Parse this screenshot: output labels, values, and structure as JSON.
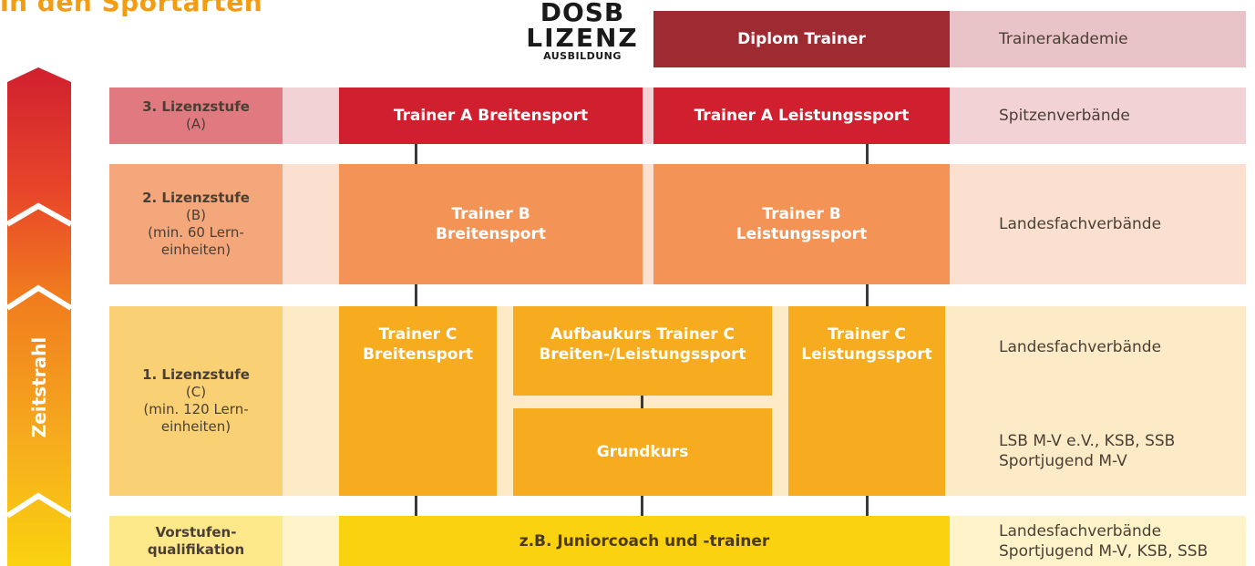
{
  "header": {
    "title": "in den Sportarten",
    "logo": {
      "line1": "DOSB",
      "line2": "LIZENZ",
      "line3": "AUSBILDUNG"
    }
  },
  "timeline": {
    "label": "Zeitstrahl"
  },
  "diplom": {
    "label": "Diplom Trainer",
    "org": "Trainerakademie"
  },
  "level3": {
    "title": "3. Lizenzstufe",
    "code": "(A)",
    "box_breitensport": "Trainer A Breitensport",
    "box_leistungssport": "Trainer A Leistungssport",
    "org": "Spitzenverbände"
  },
  "level2": {
    "title": "2. Lizenzstufe",
    "code": "(B)",
    "note_line1": "(min. 60 Lern-",
    "note_line2": "einheiten)",
    "box_breitensport_line1": "Trainer B",
    "box_breitensport_line2": "Breitensport",
    "box_leistungssport_line1": "Trainer B",
    "box_leistungssport_line2": "Leistungssport",
    "org": "Landesfachverbände"
  },
  "level1": {
    "title": "1. Lizenzstufe",
    "code": "(C)",
    "note_line1": "(min. 120 Lern-",
    "note_line2": "einheiten)",
    "box_breitensport_line1": "Trainer C",
    "box_breitensport_line2": "Breitensport",
    "box_aufbau_line1": "Aufbaukurs Trainer C",
    "box_aufbau_line2": "Breiten-/Leistungssport",
    "box_grundkurs": "Grundkurs",
    "box_leistungssport_line1": "Trainer C",
    "box_leistungssport_line2": "Leistungssport",
    "org_top": "Landesfachverbände",
    "org_bottom_line1": "LSB M-V e.V., KSB, SSB",
    "org_bottom_line2": "Sportjugend M-V"
  },
  "prelevel": {
    "title_line1": "Vorstufen-",
    "title_line2": "qualifikation",
    "box": "z.B. Juniorcoach und -trainer",
    "org_line1": "Landesfachverbände",
    "org_line2": "Sportjugend M-V, KSB, SSB"
  },
  "colors": {
    "diplom": "#9e2a32",
    "diplom_org_bg": "#e8c3c7",
    "a_red": "#d0202f",
    "a_level_bg": "#e07a80",
    "a_band": "#f3d2d6",
    "b_orange": "#f39456",
    "b_level_bg": "#f4a77b",
    "b_band": "#fbe0cf",
    "c_orange": "#f6ac1e",
    "c_level_bg": "#f9d074",
    "c_band": "#fdeac6",
    "v_yellow": "#fad20f",
    "v_level_bg": "#fde88a",
    "v_band": "#fef3c9"
  }
}
